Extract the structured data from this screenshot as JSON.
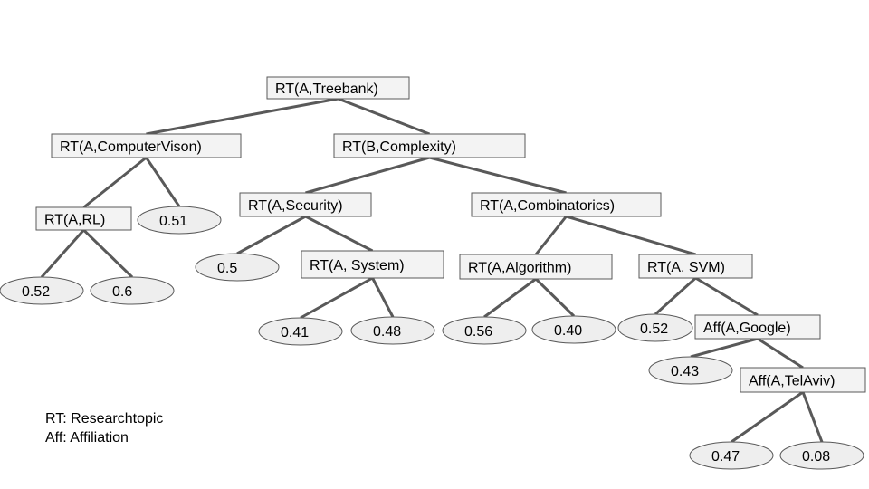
{
  "tree": {
    "nodes": [
      {
        "id": "n1",
        "label": "RT(A,Treebank)"
      },
      {
        "id": "n2",
        "label": "RT(A,ComputerVison)"
      },
      {
        "id": "n3",
        "label": "RT(B,Complexity)"
      },
      {
        "id": "n4",
        "label": "RT(A,RL)"
      },
      {
        "id": "n5",
        "label": "RT(A,Security)"
      },
      {
        "id": "n6",
        "label": "RT(A,Combinatorics)"
      },
      {
        "id": "n7",
        "label": "RT(A, System)"
      },
      {
        "id": "n8",
        "label": "RT(A,Algorithm)"
      },
      {
        "id": "n9",
        "label": "RT(A, SVM)"
      },
      {
        "id": "n10",
        "label": "Aff(A,Google)"
      },
      {
        "id": "n11",
        "label": "Aff(A,TelAviv)"
      }
    ],
    "leaves": [
      {
        "id": "l1",
        "value": "0.51"
      },
      {
        "id": "l2",
        "value": "0.52"
      },
      {
        "id": "l3",
        "value": "0.6"
      },
      {
        "id": "l4",
        "value": "0.5"
      },
      {
        "id": "l5",
        "value": "0.41"
      },
      {
        "id": "l6",
        "value": "0.48"
      },
      {
        "id": "l7",
        "value": "0.56"
      },
      {
        "id": "l8",
        "value": "0.40"
      },
      {
        "id": "l9",
        "value": "0.52"
      },
      {
        "id": "l10",
        "value": "0.43"
      },
      {
        "id": "l11",
        "value": "0.47"
      },
      {
        "id": "l12",
        "value": "0.08"
      }
    ],
    "edges": [
      [
        "n1",
        "n2"
      ],
      [
        "n1",
        "n3"
      ],
      [
        "n2",
        "n4"
      ],
      [
        "n2",
        "l1"
      ],
      [
        "n4",
        "l2"
      ],
      [
        "n4",
        "l3"
      ],
      [
        "n3",
        "n5"
      ],
      [
        "n3",
        "n6"
      ],
      [
        "n5",
        "l4"
      ],
      [
        "n5",
        "n7"
      ],
      [
        "n7",
        "l5"
      ],
      [
        "n7",
        "l6"
      ],
      [
        "n6",
        "n8"
      ],
      [
        "n6",
        "n9"
      ],
      [
        "n8",
        "l7"
      ],
      [
        "n8",
        "l8"
      ],
      [
        "n9",
        "l9"
      ],
      [
        "n9",
        "n10"
      ],
      [
        "n10",
        "l10"
      ],
      [
        "n10",
        "n11"
      ],
      [
        "n11",
        "l11"
      ],
      [
        "n11",
        "l12"
      ]
    ]
  },
  "legend": {
    "rt": "RT: Researchtopic",
    "aff": "Aff: Affiliation"
  }
}
